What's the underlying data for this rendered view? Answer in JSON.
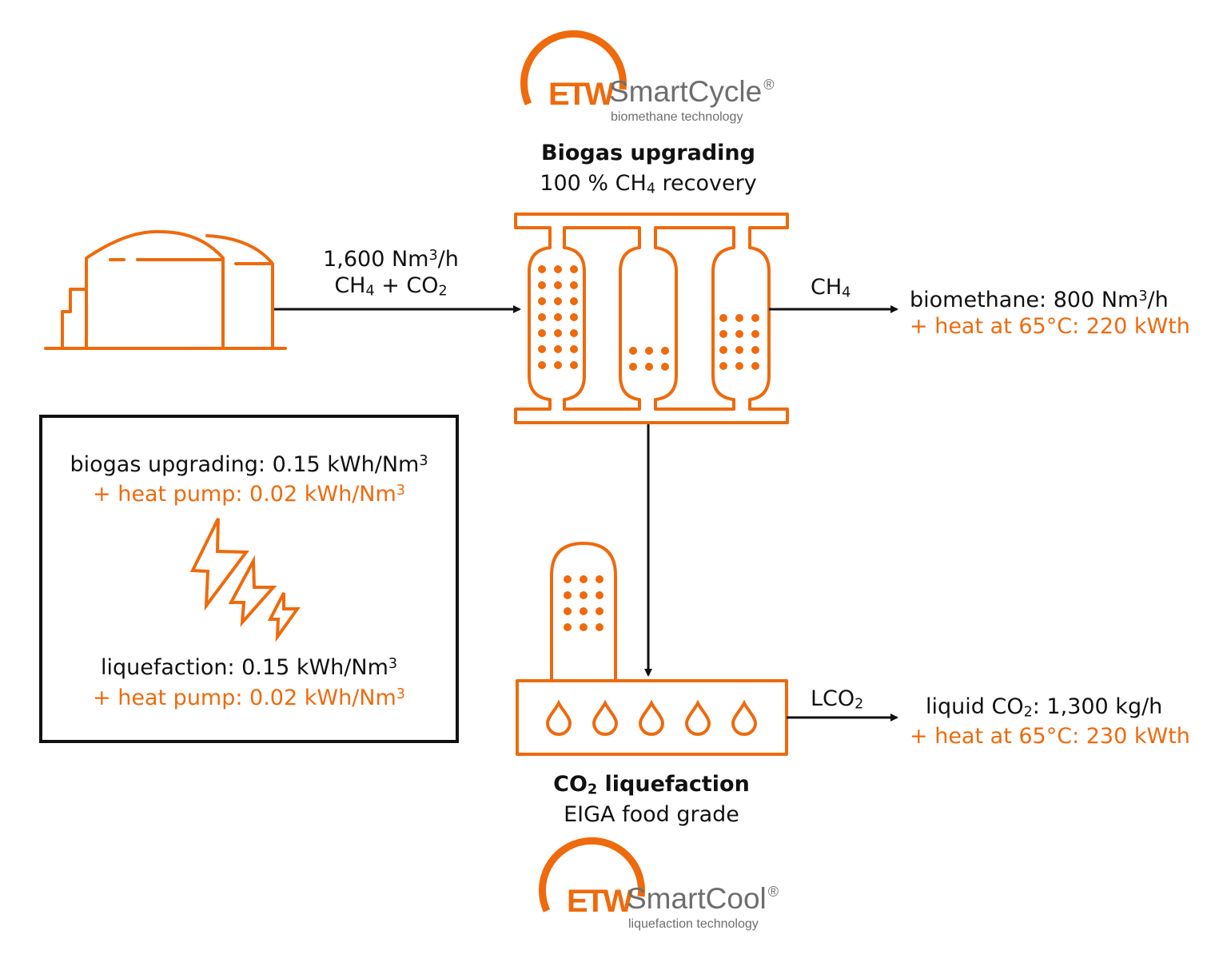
{
  "colors": {
    "accent": "#EE6A0C",
    "text": "#111111",
    "logo_grey": "#6e6e6e"
  },
  "logos": {
    "top": {
      "mark": "ETW",
      "name": "SmartCycle",
      "registered": "®",
      "tagline": "biomethane technology"
    },
    "bottom": {
      "mark": "ETW",
      "name": "SmartCool",
      "registered": "®",
      "tagline": "liquefaction technology"
    }
  },
  "upgrading": {
    "title": "Biogas upgrading",
    "subtitle_pre": "100 % CH",
    "subtitle_sub": "4",
    "subtitle_post": " recovery",
    "icon": "adsorption-columns-icon"
  },
  "liquefaction": {
    "title_pre": "CO",
    "title_sub": "2",
    "title_post": " liquefaction",
    "subtitle": "EIGA food grade",
    "icon": "liquefaction-unit-icon"
  },
  "inflow": {
    "source_icon": "biogas-plant-icon",
    "flow": "1,600 Nm",
    "flow_sup": "3",
    "flow_unit": "/h",
    "gas_a": "CH",
    "gas_a_sub": "4",
    "plus": " + ",
    "gas_b": "CO",
    "gas_b_sub": "2"
  },
  "outputs": {
    "methane": {
      "arrow_label": "CH",
      "arrow_label_sub": "4",
      "line1_pre": "biomethane: 800 Nm",
      "line1_sup": "3",
      "line1_post": "/h",
      "line2": "+ heat at 65°C: 220 kWth"
    },
    "co2": {
      "arrow_label": "LCO",
      "arrow_label_sub": "2",
      "line1_pre": "liquid CO",
      "line1_sub": "2",
      "line1_post": ": 1,300 kg/h",
      "line2": "+ heat at 65°C: 230 kWth"
    }
  },
  "energy_box": {
    "icon": "lightning-bolts-icon",
    "upgrading_pre": "biogas upgrading: 0.15 kWh/Nm",
    "upgrading_sup": "3",
    "upgrading_pump_pre": "+ heat pump: 0.02 kWh/Nm",
    "upgrading_pump_sup": "3",
    "liquefaction_pre": "liquefaction: 0.15 kWh/Nm",
    "liquefaction_sup": "3",
    "liquefaction_pump_pre": "+ heat pump: 0.02 kWh/Nm",
    "liquefaction_pump_sup": "3"
  }
}
